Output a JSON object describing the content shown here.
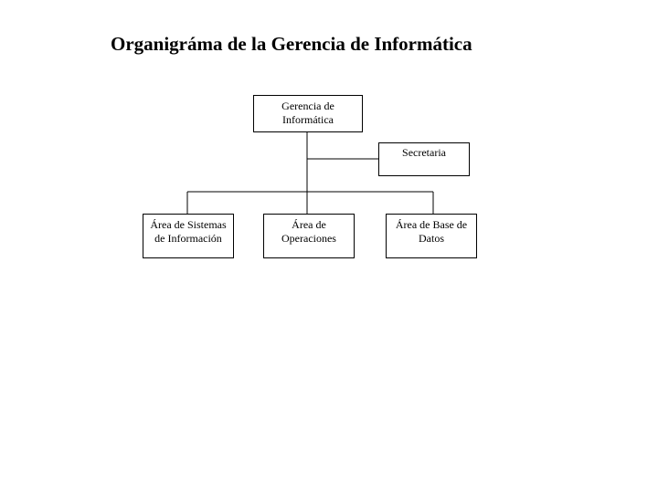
{
  "title": "Organigráma de la Gerencia de Informática",
  "nodes": {
    "gerencia": "Gerencia de Informática",
    "secretaria": "Secretaria",
    "sistemas": "Área de Sistemas de Información",
    "operaciones": "Área de Operaciones",
    "base_datos": "Área de Base de Datos"
  }
}
